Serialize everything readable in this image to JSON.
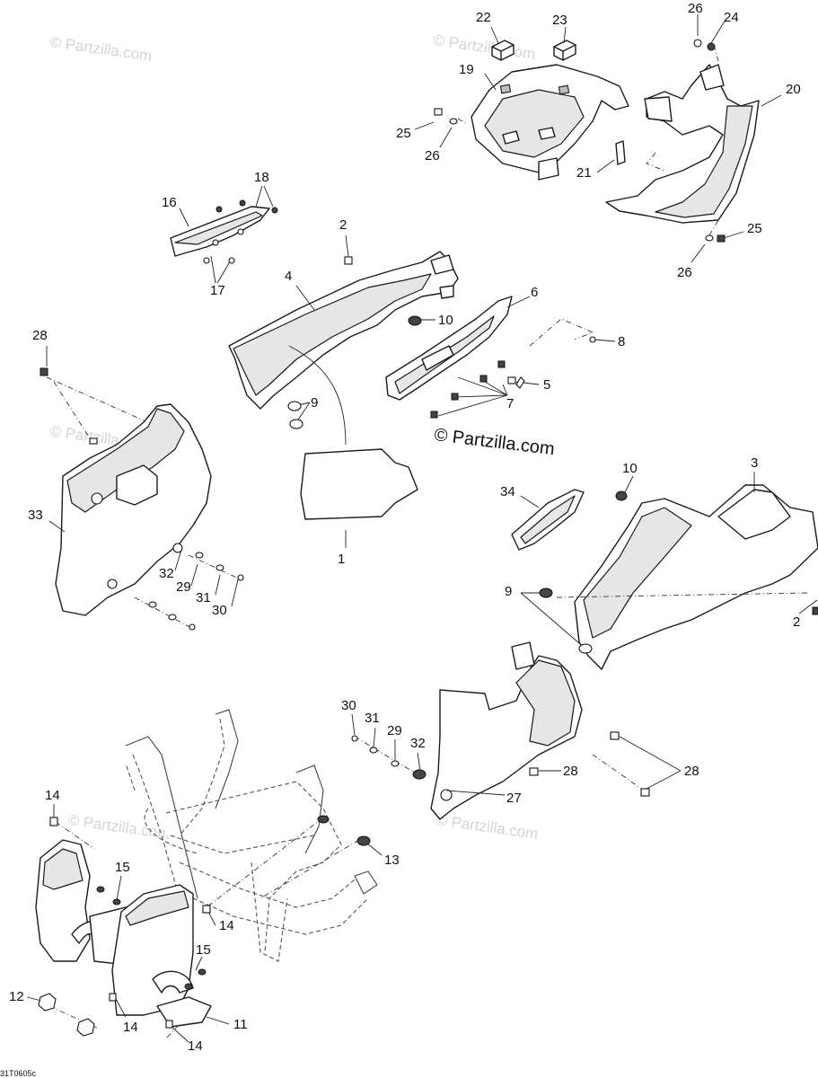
{
  "watermarks": {
    "text": "© Partzilla.com",
    "center_text": "© Partzilla.com"
  },
  "drawing_code": "31T0605c",
  "callouts": {
    "c1": "1",
    "c2a": "2",
    "c2b": "2",
    "c3": "3",
    "c4": "4",
    "c5": "5",
    "c6": "6",
    "c7": "7",
    "c8": "8",
    "c9a": "9",
    "c9b": "9",
    "c10a": "10",
    "c10b": "10",
    "c11": "11",
    "c12": "12",
    "c13": "13",
    "c14a": "14",
    "c14b": "14",
    "c14c": "14",
    "c14d": "14",
    "c15a": "15",
    "c15b": "15",
    "c16": "16",
    "c17": "17",
    "c18": "18",
    "c19": "19",
    "c20": "20",
    "c21": "21",
    "c22": "22",
    "c23": "23",
    "c24": "24",
    "c25a": "25",
    "c25b": "25",
    "c26a": "26",
    "c26b": "26",
    "c26c": "26",
    "c27": "27",
    "c28a": "28",
    "c28b": "28",
    "c28c": "28",
    "c29a": "29",
    "c29b": "29",
    "c30a": "30",
    "c30b": "30",
    "c31a": "31",
    "c31b": "31",
    "c32a": "32",
    "c32b": "32",
    "c33": "33",
    "c34": "34"
  }
}
